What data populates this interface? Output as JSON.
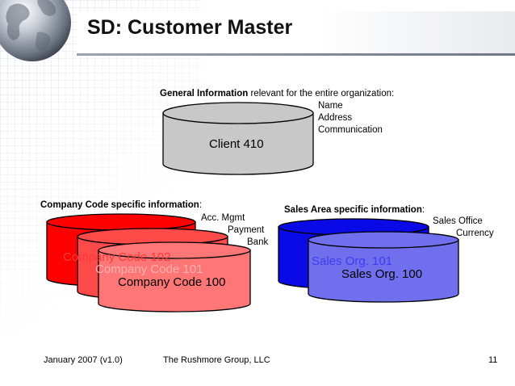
{
  "slide": {
    "title": "SD: Customer Master",
    "footer": {
      "left": "January 2007 (v1.0)",
      "center": "The Rushmore Group, LLC",
      "page": "11"
    }
  },
  "general": {
    "heading_bold": "General Information",
    "heading_rest": " relevant for the entire organization:",
    "items": [
      "Name",
      "Address",
      "Communication"
    ],
    "cylinder_label": "Client 410",
    "colors": {
      "fill": "#c8c8c8",
      "stroke": "#000000"
    }
  },
  "company_code": {
    "heading_bold": "Company Code specific information",
    "heading_rest": ":",
    "items": [
      "Acc. Mgmt",
      "Payment",
      "Bank"
    ],
    "cylinders": [
      "Company Code 102",
      "Company Code 101",
      "Company Code 100"
    ],
    "colors": {
      "back": "#ff0000",
      "middle": "#ff4a4a",
      "front": "#ff7676",
      "label_back": "#ff3a3a"
    }
  },
  "sales_area": {
    "heading_bold": "Sales Area specific information",
    "heading_rest": ":",
    "items": [
      "Sales Office",
      "Currency"
    ],
    "cylinders": [
      "Sales Org. 101",
      "Sales Org. 100"
    ],
    "colors": {
      "back": "#0a0ae6",
      "front": "#7070ee",
      "label_back": "#3c3cf0"
    }
  }
}
